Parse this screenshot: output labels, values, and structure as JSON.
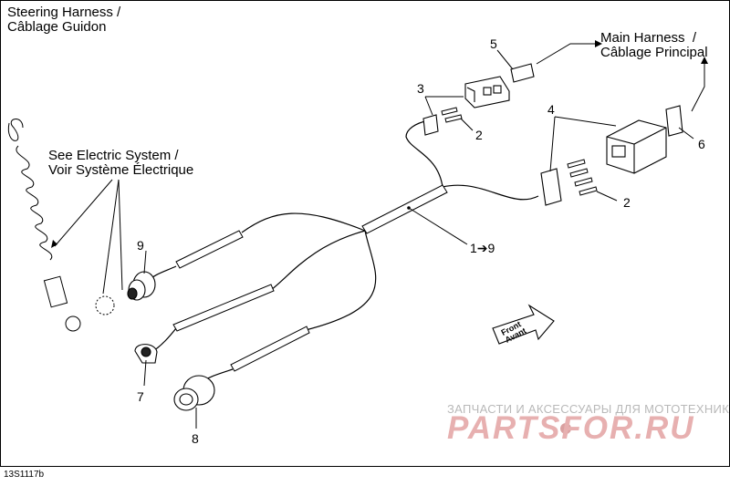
{
  "title_line1": "Steering Harness /",
  "title_line2": "Câblage Guidon",
  "see_line1": "See Electric System /",
  "see_line2": "Voir Système Électrique",
  "main_line1": "Main Harness  /",
  "main_line2": "Câblage Principal",
  "callouts": {
    "c1_9": "1➔9",
    "c2a": "2",
    "c2b": "2",
    "c3": "3",
    "c4": "4",
    "c5": "5",
    "c6": "6",
    "c7": "7",
    "c8": "8",
    "c9": "9"
  },
  "front_line1": "Front",
  "front_line2": "Avant",
  "diagram_code": "13S1117b",
  "watermark_line1": "ЗАПЧАСТИ И АКСЕССУАРЫ ДЛЯ МОТОТЕХНИКИ",
  "watermark_line2": "PARTSFOR.RU",
  "colors": {
    "line": "#000000",
    "watermark_text": "#b9b9b9",
    "watermark_logo": "#e7b0b0"
  }
}
